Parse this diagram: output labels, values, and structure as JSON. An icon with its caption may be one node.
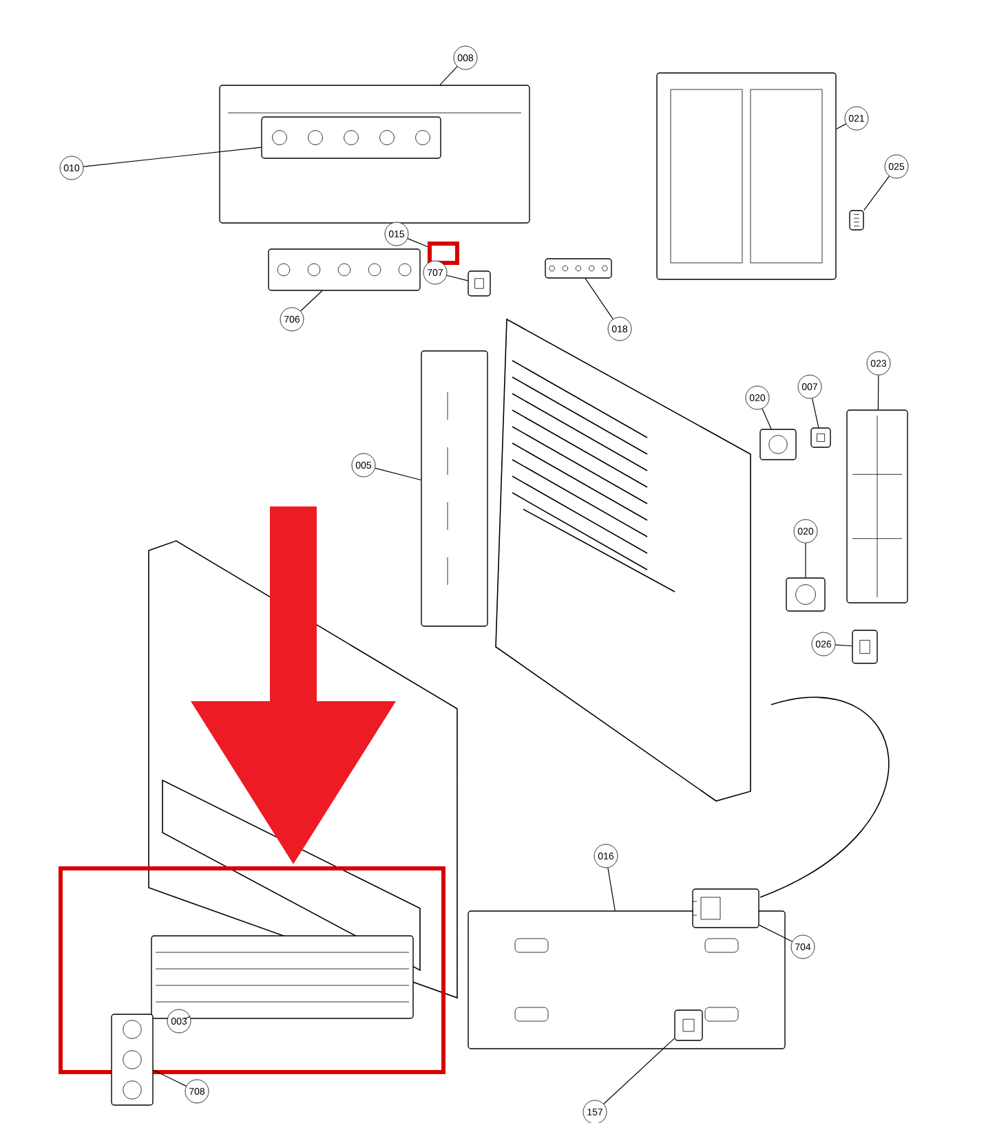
{
  "diagram": {
    "nodes": [
      {
        "text": [
          "008"
        ]
      },
      {
        "text": [],
        "shape": "picture"
      },
      {
        "text": [],
        "shape": "picture",
        "in": 1
      },
      {
        "text": [
          "010"
        ]
      },
      {
        "text": [
          "021"
        ]
      },
      {
        "text": [],
        "shape": "picture"
      },
      {
        "text": [
          "025"
        ]
      },
      {
        "text": [],
        "shape": "picture"
      },
      {
        "text": [
          "015"
        ]
      },
      {
        "text": [],
        "shape": "box"
      },
      {
        "text": [
          "707"
        ]
      },
      {
        "text": [],
        "shape": "picture"
      },
      {
        "text": [
          "706"
        ]
      },
      {
        "text": [],
        "shape": "picture"
      },
      {
        "text": [
          "018"
        ]
      },
      {
        "text": [],
        "shape": "picture"
      },
      {
        "text": [
          "005"
        ]
      },
      {
        "text": [],
        "shape": "picture"
      },
      {
        "text": [
          "020"
        ]
      },
      {
        "text": [],
        "shape": "picture"
      },
      {
        "text": [
          "007"
        ]
      },
      {
        "text": [],
        "shape": "picture"
      },
      {
        "text": [
          "023"
        ]
      },
      {
        "text": [],
        "shape": "picture"
      },
      {
        "text": [
          "020"
        ]
      },
      {
        "text": [],
        "shape": "picture"
      },
      {
        "text": [
          "026"
        ]
      },
      {
        "text": [],
        "shape": "picture"
      },
      {
        "text": [
          "016"
        ]
      },
      {
        "text": [],
        "shape": "picture"
      },
      {
        "text": [
          "704"
        ]
      },
      {
        "text": [],
        "shape": "picture"
      },
      {
        "text": [],
        "shape": "box"
      },
      {
        "text": [
          "003"
        ],
        "in": 32
      },
      {
        "text": [],
        "shape": "picture",
        "in": 32
      },
      {
        "text": [
          "708"
        ]
      },
      {
        "text": [],
        "shape": "picture"
      },
      {
        "text": [
          "157"
        ]
      },
      {
        "text": [],
        "shape": "picture",
        "in": 29
      }
    ],
    "edges": [
      {
        "from": 0,
        "to": 1,
        "arrow": "none"
      },
      {
        "from": 3,
        "to": 2,
        "arrow": "none"
      },
      {
        "from": 4,
        "to": 5,
        "arrow": "none"
      },
      {
        "from": 6,
        "to": 7,
        "arrow": "none"
      },
      {
        "from": 8,
        "to": 9,
        "arrow": "none"
      },
      {
        "from": 10,
        "to": 11,
        "arrow": "none"
      },
      {
        "from": 12,
        "to": 13,
        "arrow": "none"
      },
      {
        "from": 14,
        "to": 15,
        "arrow": "none"
      },
      {
        "from": 16,
        "to": 17,
        "arrow": "none"
      },
      {
        "from": 18,
        "to": 19,
        "arrow": "none"
      },
      {
        "from": 20,
        "to": 21,
        "arrow": "none"
      },
      {
        "from": 22,
        "to": 23,
        "arrow": "none"
      },
      {
        "from": 24,
        "to": 25,
        "arrow": "none"
      },
      {
        "from": 26,
        "to": 27,
        "arrow": "none"
      },
      {
        "from": 28,
        "to": 29,
        "arrow": "none"
      },
      {
        "from": 30,
        "to": 31,
        "arrow": "none"
      },
      {
        "from": 33,
        "to": 34,
        "arrow": "none"
      },
      {
        "from": 35,
        "to": 36,
        "arrow": "none"
      },
      {
        "from": 37,
        "to": 38,
        "arrow": "none"
      },
      {
        "from": null,
        "to": 32,
        "arrow": "to",
        "style": "thick",
        "color": "#ed1c24"
      }
    ]
  }
}
